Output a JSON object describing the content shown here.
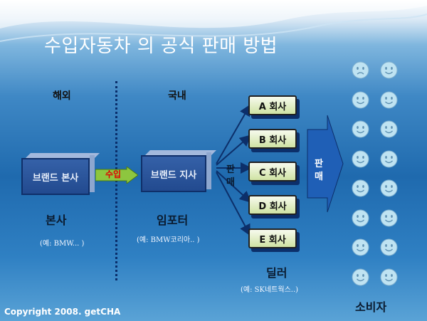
{
  "title": "수입자동차 의 공식 판매 방법",
  "regions": {
    "overseas": "해외",
    "domestic": "국내"
  },
  "hq": {
    "box_label": "브랜드 본사",
    "caption": "본사",
    "example": "(예: BMW... )"
  },
  "flow_label": "수입",
  "importer": {
    "box_label": "브랜드 지사",
    "caption": "임포터",
    "example": "(예: BMW코리아.. )"
  },
  "sale_label_small": [
    "판",
    "매"
  ],
  "dealers": [
    {
      "label": "A 회사"
    },
    {
      "label": "B 회사"
    },
    {
      "label": "C 회사"
    },
    {
      "label": "D 회사"
    },
    {
      "label": "E 회사"
    }
  ],
  "dealer_caption": "딜러",
  "dealer_example": "(예: SK네트웍스..)",
  "sale_arrow_label": [
    "판",
    "매"
  ],
  "consumer_caption": "소비자",
  "consumer_faces": [
    "sad",
    "happy",
    "happy",
    "happy",
    "happy",
    "happy",
    "happy",
    "happy",
    "happy",
    "happy",
    "happy",
    "happy",
    "happy",
    "happy",
    "happy",
    "happy"
  ],
  "copyright": "Copyright 2008. getCHA",
  "colors": {
    "box": "#224a8f",
    "dealer": "#cfe3a3",
    "arrow": "#1f5fb6",
    "flow_arrow": "#8dc63f",
    "flow_text": "#e00000",
    "face": "#bfe3f2"
  }
}
